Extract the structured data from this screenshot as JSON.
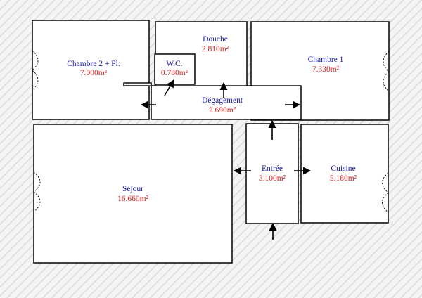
{
  "rooms": {
    "chambre2": {
      "name": "Chambre 2 + Pl.",
      "area": "7.000m²"
    },
    "douche": {
      "name": "Douche",
      "area": "2.810m²"
    },
    "chambre1": {
      "name": "Chambre 1",
      "area": "7.330m²"
    },
    "wc": {
      "name": "W.C.",
      "area": "0.780m²"
    },
    "degagement": {
      "name": "Dégagement",
      "area": "2.690m²"
    },
    "sejour": {
      "name": "Séjour",
      "area": "16.660m²"
    },
    "entree": {
      "name": "Entrée",
      "area": "3.100m²"
    },
    "cuisine": {
      "name": "Cuisine",
      "area": "5.180m²"
    }
  },
  "colors": {
    "room_name": "#1a1aa6",
    "room_area": "#d42020",
    "hatch_background": "#e2e2e2",
    "wall": "#111111"
  }
}
